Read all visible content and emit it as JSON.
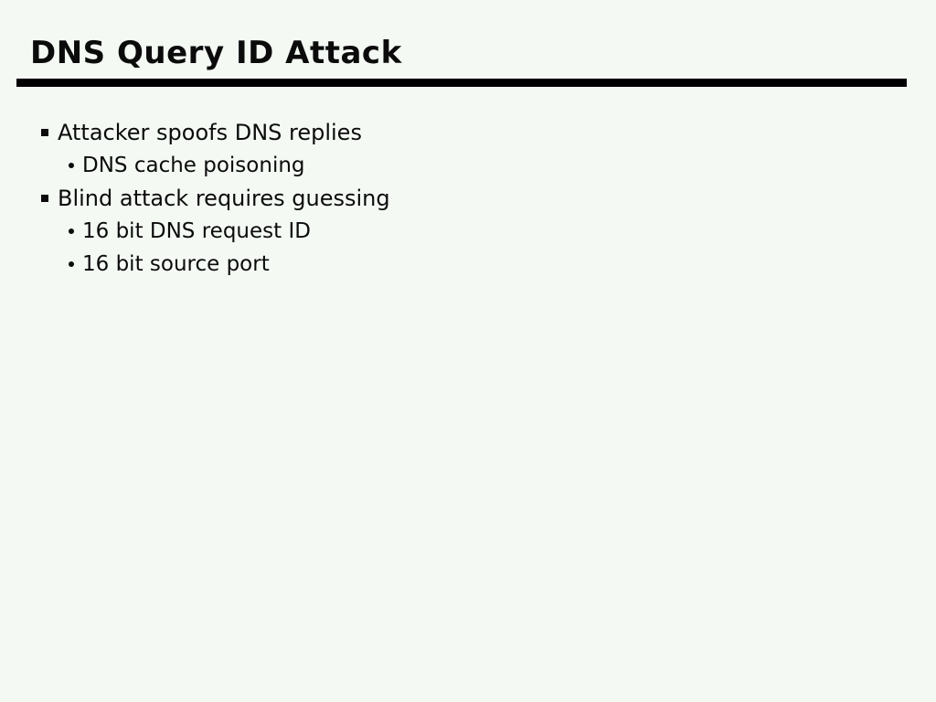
{
  "slide": {
    "title": "DNS Query ID Attack",
    "bullets": [
      {
        "level": 1,
        "text": "Attacker spoofs DNS replies"
      },
      {
        "level": 2,
        "text": "DNS cache poisoning"
      },
      {
        "level": 1,
        "text": "Blind attack requires guessing"
      },
      {
        "level": 2,
        "text": "16 bit DNS request ID"
      },
      {
        "level": 2,
        "text": "16 bit source port"
      }
    ],
    "colors": {
      "background": "#f4f9f4",
      "text": "#0b0b0b",
      "rule": "#000000"
    }
  }
}
